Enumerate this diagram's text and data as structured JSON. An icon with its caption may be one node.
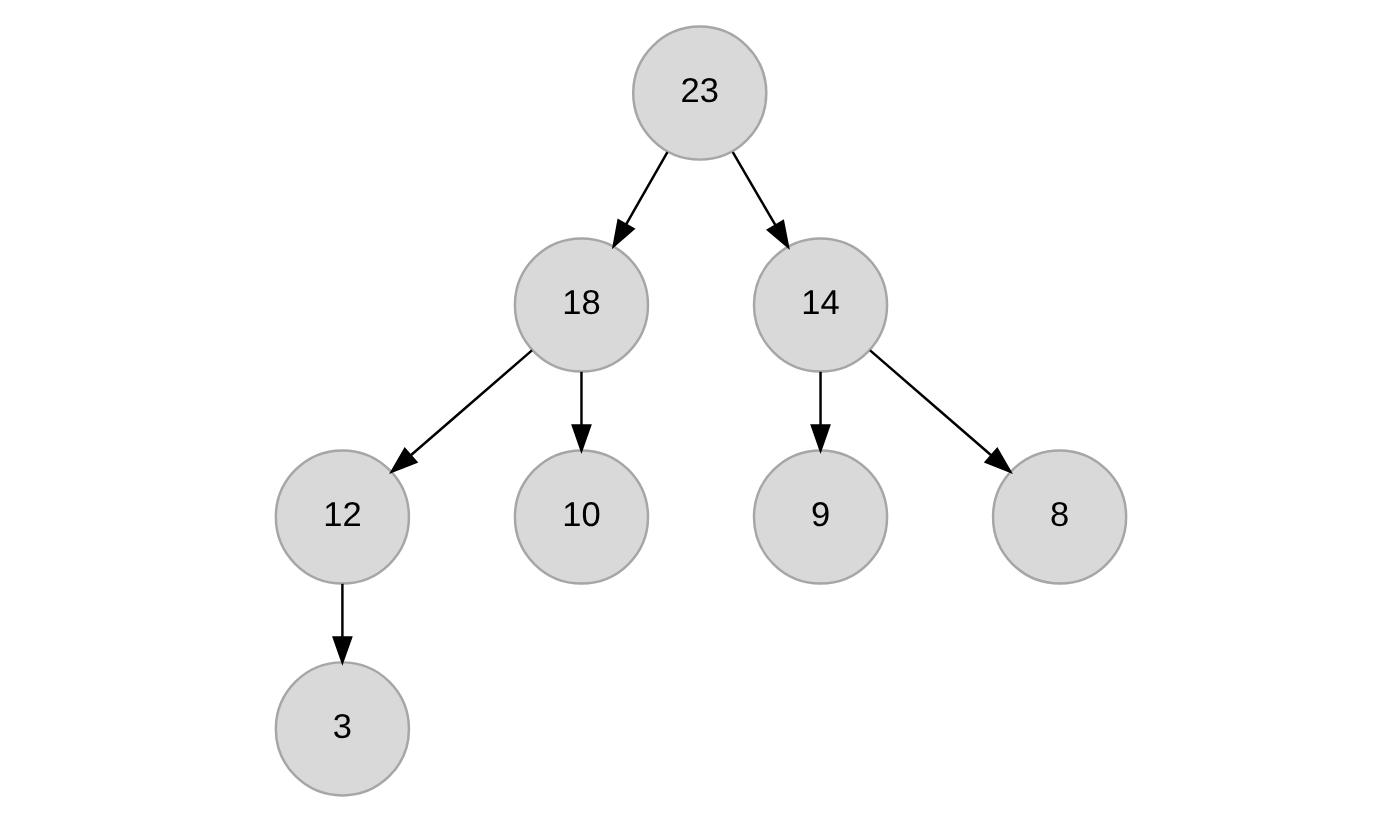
{
  "diagram": {
    "nodes": [
      {
        "text": [
          "23"
        ]
      },
      {
        "text": [
          "18"
        ]
      },
      {
        "text": [
          "14"
        ]
      },
      {
        "text": [
          "12"
        ]
      },
      {
        "text": [
          "10"
        ]
      },
      {
        "text": [
          "9"
        ]
      },
      {
        "text": [
          "8"
        ]
      },
      {
        "text": [
          "3"
        ]
      }
    ],
    "edges": [
      {
        "from": 0,
        "to": 1,
        "arrow": "to"
      },
      {
        "from": 0,
        "to": 2,
        "arrow": "to"
      },
      {
        "from": 1,
        "to": 3,
        "arrow": "to"
      },
      {
        "from": 1,
        "to": 4,
        "arrow": "to"
      },
      {
        "from": 2,
        "to": 5,
        "arrow": "to"
      },
      {
        "from": 2,
        "to": 6,
        "arrow": "to"
      },
      {
        "from": 3,
        "to": 7,
        "arrow": "to"
      }
    ]
  }
}
